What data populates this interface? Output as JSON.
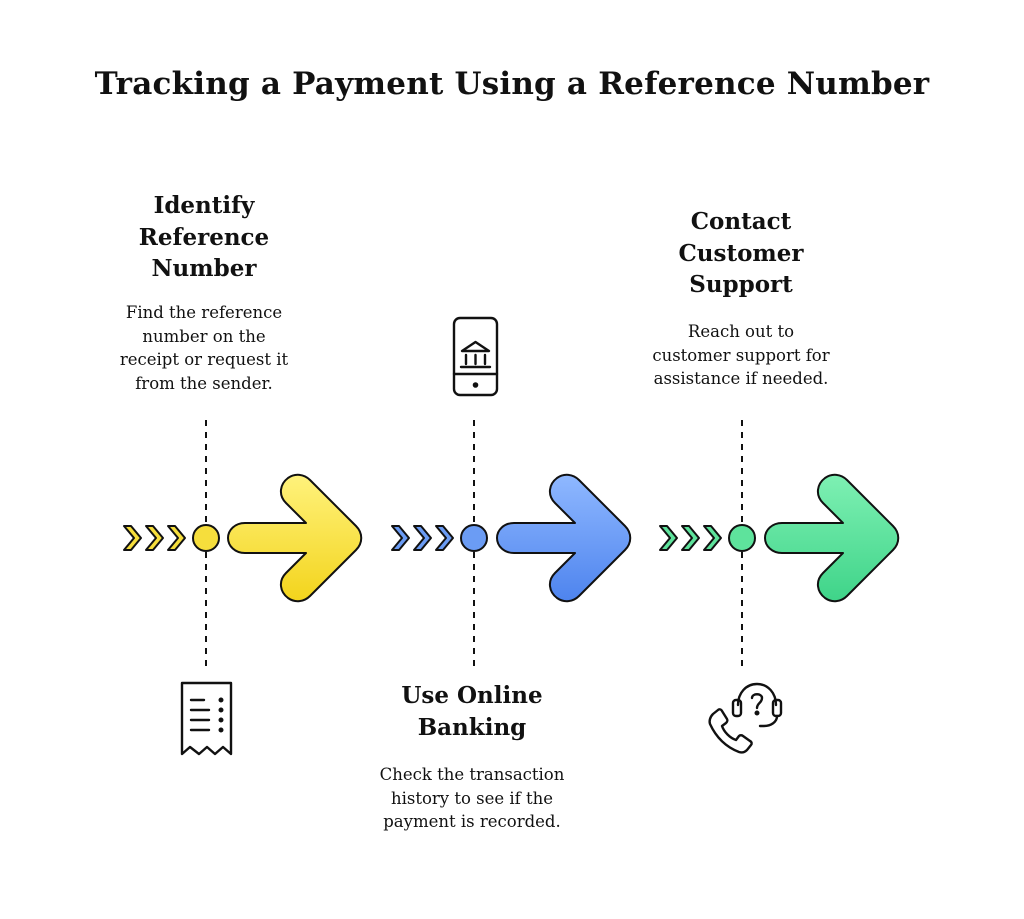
{
  "title": "Tracking a Payment Using a Reference Number",
  "steps": [
    {
      "title": "Identify Reference Number",
      "title_lines": [
        "Identify",
        "Reference",
        "Number"
      ],
      "description": "Find the reference number on the receipt or request it from the sender.",
      "description_lines": [
        "Find the reference",
        "number on the",
        "receipt or request it",
        "from the sender."
      ],
      "icon": "receipt-icon",
      "color": "#f6de3c",
      "color_light": "#fff27c",
      "color_dark": "#f3d41c"
    },
    {
      "title": "Use Online Banking",
      "title_lines": [
        "Use Online",
        "Banking"
      ],
      "description": "Check the transaction history to see if the payment is recorded.",
      "description_lines": [
        "Check the transaction",
        "history to see if the",
        "payment is recorded."
      ],
      "icon": "mobile-banking-icon",
      "color": "#6b9cf4",
      "color_light": "#8fb8ff",
      "color_dark": "#4e84ee"
    },
    {
      "title": "Contact Customer Support",
      "title_lines": [
        "Contact",
        "Customer",
        "Support"
      ],
      "description": "Reach out to customer support for assistance if needed.",
      "description_lines": [
        "Reach out to",
        "customer support for",
        "assistance if needed."
      ],
      "icon": "support-headset-icon",
      "color": "#5ee39c",
      "color_light": "#7ef0b3",
      "color_dark": "#3fd489"
    }
  ]
}
